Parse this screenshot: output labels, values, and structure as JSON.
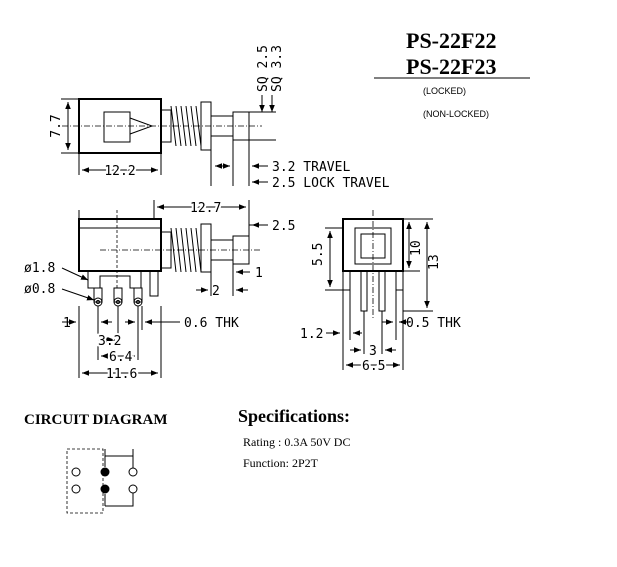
{
  "models": {
    "locked_model": "PS-22F22",
    "nonlocked_model": "PS-22F23",
    "locked_note": "(LOCKED)",
    "nonlocked_note": "(NON-LOCKED)"
  },
  "top_view": {
    "height": "7.7",
    "length": "12.2",
    "sq_inner": "SQ 2.5",
    "sq_outer": "SQ 3.3",
    "travel": "3.2 TRAVEL",
    "lock_travel": "2.5 LOCK TRAVEL"
  },
  "side_view": {
    "width": "12.7",
    "plunger_offset": "2.5",
    "pin_spacing": "1",
    "shaft_step": "2",
    "hole_dia_large": "ø1.8",
    "hole_dia_small": "ø0.8",
    "pin_offset": "1",
    "pitch": "3.2",
    "pin_span": "6.4",
    "overall": "11.6",
    "thickness": "0.6  THK"
  },
  "end_view": {
    "height_lower": "5.5",
    "height_mid": "10",
    "height_total": "13",
    "pin_left": "1.2",
    "thickness": "0.5  THK",
    "pitch": "3",
    "span": "6.5"
  },
  "circuit": {
    "title": "CIRCUIT DIAGRAM"
  },
  "specs": {
    "title": "Specifications:",
    "rating": "Rating : 0.3A 50V DC",
    "function": "Function: 2P2T"
  }
}
